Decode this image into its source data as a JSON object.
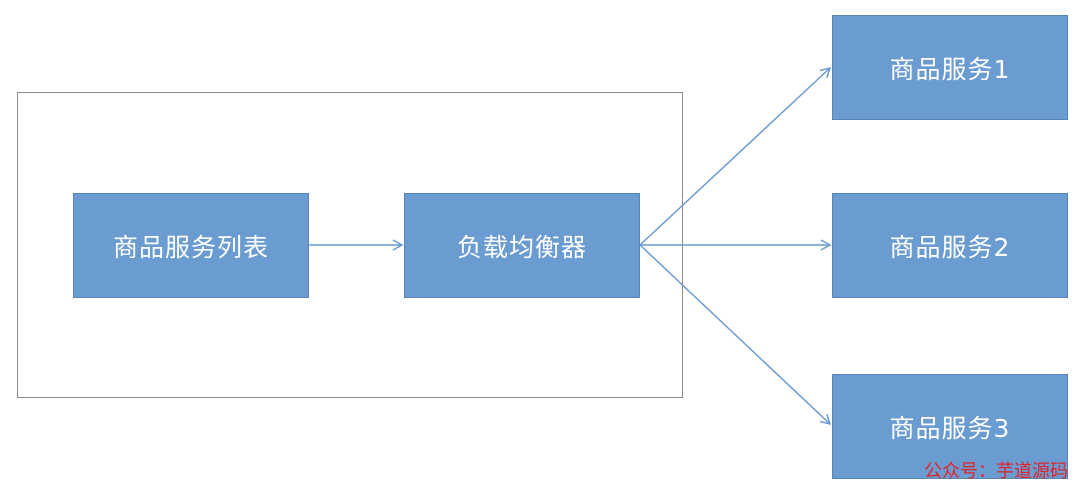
{
  "diagram": {
    "nodes": {
      "service_list": "商品服务列表",
      "load_balancer": "负载均衡器",
      "service_1": "商品服务1",
      "service_2": "商品服务2",
      "service_3": "商品服务3"
    },
    "edges": [
      {
        "from": "service_list",
        "to": "load_balancer"
      },
      {
        "from": "load_balancer",
        "to": "service_1"
      },
      {
        "from": "load_balancer",
        "to": "service_2"
      },
      {
        "from": "load_balancer",
        "to": "service_3"
      }
    ],
    "colors": {
      "node_fill": "#6a9bd1",
      "node_text": "#ffffff",
      "edge": "#6a9bd1",
      "frame": "#8c8c8c",
      "watermark": "#e0242a"
    }
  },
  "watermark": "公众号：芋道源码"
}
